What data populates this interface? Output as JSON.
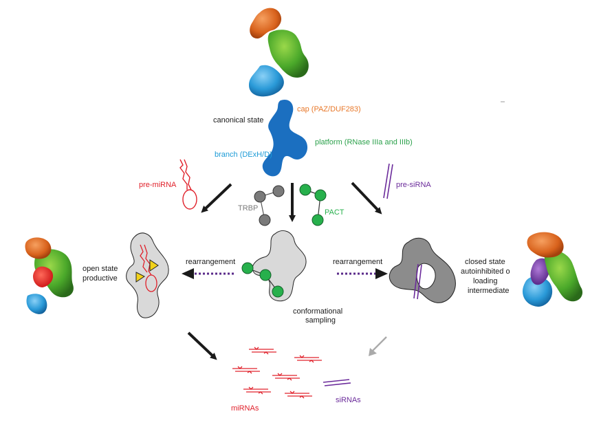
{
  "labels": {
    "cap": "cap (PAZ/DUF283)",
    "canonical": "canonical state",
    "platform": "platform (RNase IIIa and IIIb)",
    "branch": "branch (DExH/D)",
    "pre_mirna": "pre-miRNA",
    "pre_sirna": "pre-siRNA",
    "trbp": "TRBP",
    "pact": "PACT",
    "open_state_1": "open state",
    "open_state_2": "productive",
    "rearr_left": "rearrangement",
    "rearr_right": "rearrangement",
    "closed_1": "closed state",
    "closed_2": "autoinhibited o",
    "closed_3": "loading",
    "closed_4": "intermediate",
    "conf_1": "conformational",
    "conf_2": "sampling",
    "mirnas": "miRNAs",
    "sirnas": "siRNAs"
  },
  "colors": {
    "cap": "#e8782a",
    "platform": "#2aa04a",
    "branch": "#1a9ad6",
    "dicer_blue": "#1b6fc0",
    "mirna_red": "#e0202a",
    "sirna_purple": "#6a2a9a",
    "trbp_gray": "#7a7a7a",
    "pact_green": "#27b04c",
    "arrow_black": "#1a1a1a",
    "dotted_purple": "#5a2a8a",
    "light_gray_fill": "#d9d9d9",
    "dark_gray_fill": "#8c8c8c",
    "yellow": "#f2d21a"
  }
}
